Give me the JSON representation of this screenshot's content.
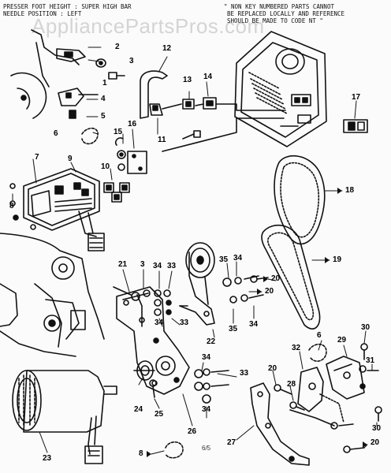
{
  "header": {
    "left_line1": "PRESSER FOOT HEIGHT : SUPER HIGH BAR",
    "left_line2": "NEEDLE POSITION : LEFT",
    "note_line1": "\" NON KEY NUMBERED PARTS CANNOT",
    "note_line2": "BE REPLACED LOCALLY AND REFERENCE",
    "note_line3": "SHOULD BE MADE TO CODE NT \""
  },
  "watermark": "AppliancePartsPros.com",
  "page_marker": "6/5",
  "callouts": {
    "c1": "1",
    "c2": "2",
    "c3": "3",
    "c4": "4",
    "c5": "5",
    "c6": "6",
    "c7": "7",
    "c8": "8",
    "c9": "9",
    "c10": "10",
    "c11": "11",
    "c12": "12",
    "c13": "13",
    "c14": "14",
    "c15": "15",
    "c16": "16",
    "c17": "17",
    "c18": "18",
    "c19": "19",
    "c20": "20",
    "c21": "21",
    "c3b": "3",
    "c34a": "34",
    "c33a": "33",
    "c35a": "35",
    "c34b": "34",
    "c20b": "20",
    "c34c": "34",
    "c33b": "33",
    "c35b": "35",
    "c34d": "34",
    "c22": "22",
    "c6b": "6",
    "c29": "29",
    "c30": "30",
    "c31": "31",
    "c32": "32",
    "c34e": "34",
    "c33c": "33",
    "c20c": "20",
    "c28": "28",
    "c24": "24",
    "c25": "25",
    "c26": "26",
    "c34f": "34",
    "c23": "23",
    "c8b": "8",
    "c27": "27",
    "c20d": "20",
    "c30b": "30"
  }
}
